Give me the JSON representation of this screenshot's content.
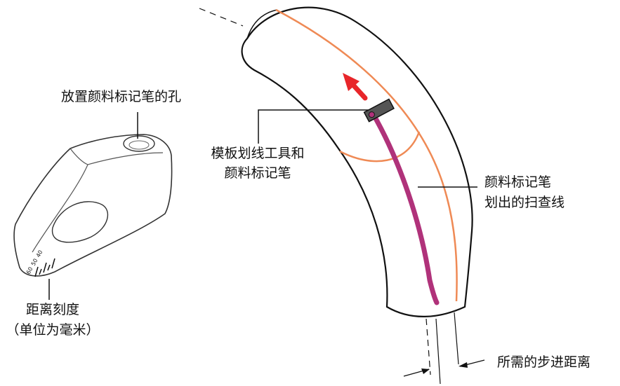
{
  "labels": {
    "hole": "放置颜料标记笔的孔",
    "tool_line1": "模板划线工具和",
    "tool_line2": "颜料标记笔",
    "scan_line1": "颜料标记笔",
    "scan_line2": "划出的扫查线",
    "scale_line1": "距离刻度",
    "scale_line2": "（单位为毫米）",
    "step": "所需的步进距离"
  },
  "scale_numbers": [
    "40",
    "50",
    "60"
  ],
  "colors": {
    "outline": "#111111",
    "orange_line": "#ef8a55",
    "magenta_line": "#b0327a",
    "arrow_red": "#e8262a",
    "tool_gray": "#555555"
  },
  "icons": [
    "pipe-elbow",
    "scribe-tool",
    "direction-arrow",
    "template-tool",
    "hole",
    "distance-scale"
  ]
}
